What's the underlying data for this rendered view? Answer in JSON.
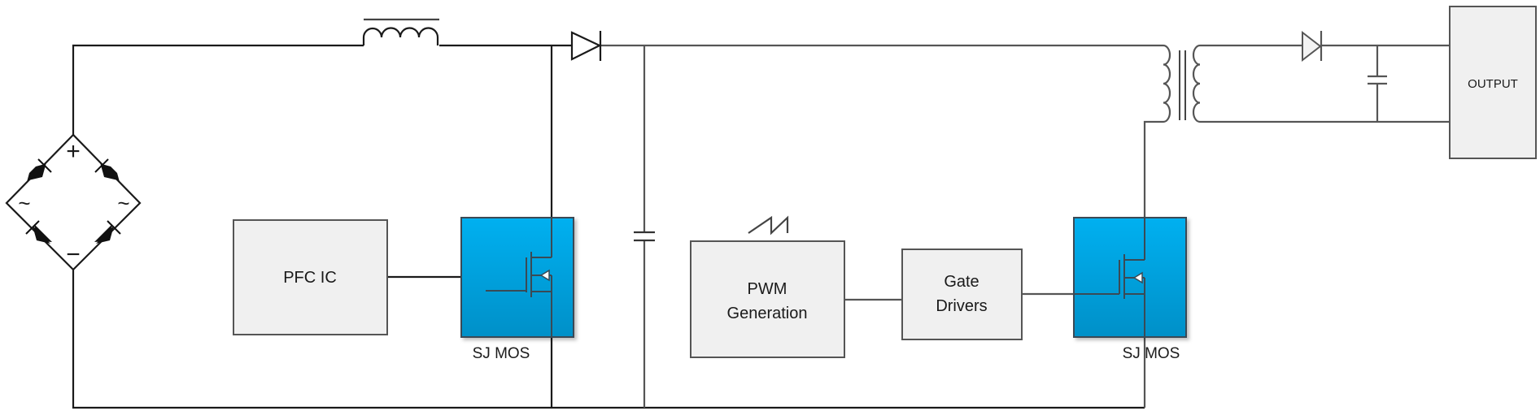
{
  "diagram": {
    "type": "circuit-block-diagram",
    "bridge": {
      "plus_symbol": "+",
      "minus_symbol": "−",
      "ac_left": "~",
      "ac_right": "~"
    },
    "blocks": {
      "pfc_ic": {
        "label": "PFC IC"
      },
      "pwm": {
        "line1": "PWM",
        "line2": "Generation"
      },
      "gate_drivers": {
        "line1": "Gate",
        "line2": "Drivers"
      },
      "output": {
        "label": "OUTPUT"
      },
      "mos1": {
        "label": "SJ MOS"
      },
      "mos2": {
        "label": "SJ MOS"
      }
    },
    "colors": {
      "mosfet_fill_top": "#00b0f0",
      "mosfet_fill_bottom": "#0092c9",
      "block_fill": "#f0f0f0",
      "wire": "#1a1a1a"
    }
  }
}
